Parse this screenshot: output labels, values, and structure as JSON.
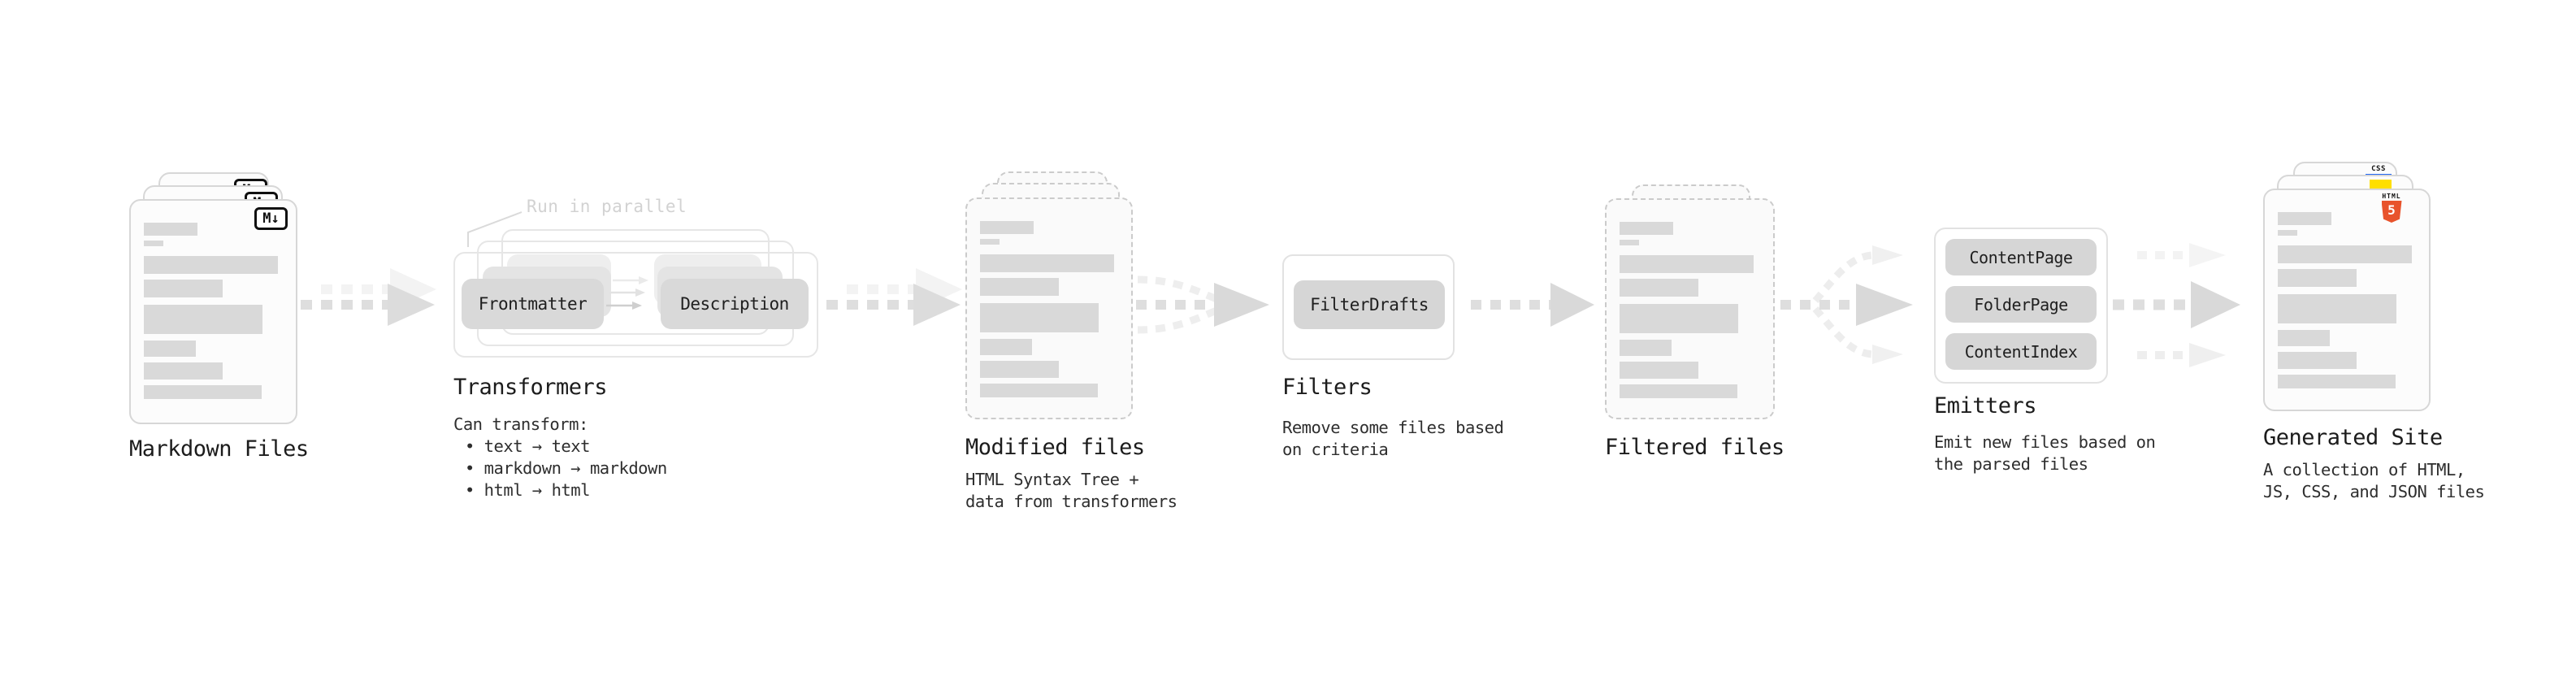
{
  "palette": {
    "placeholder_bar": "#d9d9d9",
    "node_fill": "#d6d6d6",
    "frame_border": "#e5e5e5",
    "arrow_dark": "#dedede",
    "arrow_light": "#f0f0f0",
    "annotation_gray": "#d2d2d2",
    "css_blue": "#2468f2",
    "js_yellow": "#ffdf00",
    "html5_orange": "#e8532c"
  },
  "stages": {
    "markdown_files": {
      "label": "Markdown Files",
      "badge": "M↓"
    },
    "transformers": {
      "label": "Transformers",
      "annotation": "Run in parallel",
      "node_a": "Frontmatter",
      "node_b": "Description",
      "note_title": "Can transform:",
      "bullets": [
        "• text → text",
        "• markdown → markdown",
        "• html → html"
      ]
    },
    "modified_files": {
      "label": "Modified files",
      "note_lines": [
        "HTML Syntax Tree +",
        "data from transformers"
      ]
    },
    "filters": {
      "label": "Filters",
      "node": "FilterDrafts",
      "note_lines": [
        "Remove some files based",
        "on criteria"
      ]
    },
    "filtered_files": {
      "label": "Filtered files"
    },
    "emitters": {
      "label": "Emitters",
      "nodes": [
        "ContentPage",
        "FolderPage",
        "ContentIndex"
      ],
      "note_lines": [
        "Emit new files based on",
        "the parsed files"
      ]
    },
    "generated_site": {
      "label": "Generated Site",
      "note_lines": [
        "A collection of HTML,",
        "JS, CSS, and JSON files"
      ],
      "css_badge": "CSS",
      "html_badge": "HTML",
      "html_badge_number": "5"
    }
  }
}
